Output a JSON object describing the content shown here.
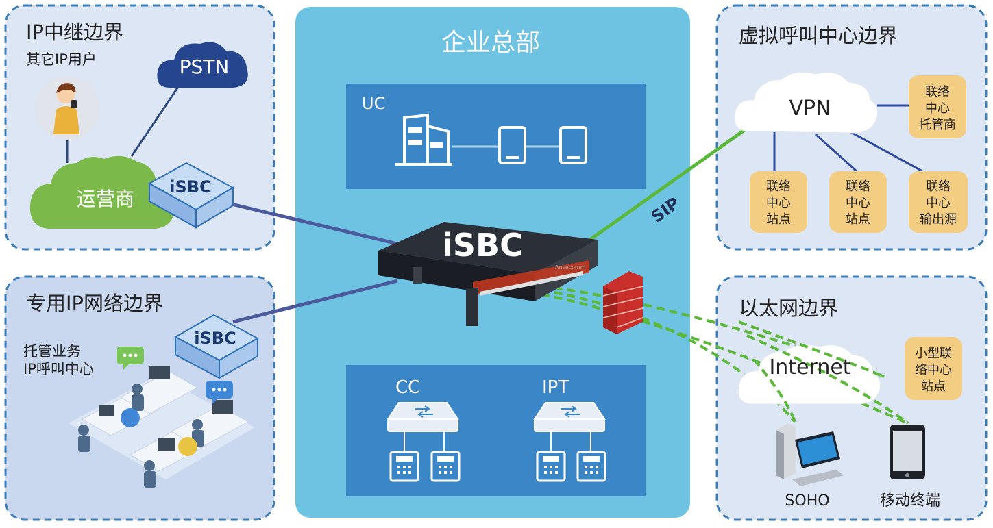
{
  "colors": {
    "panel_bg": "#dde6f4",
    "panel_border": "#3b7db8",
    "hq_bg": "#6ec3e3",
    "box_bg": "#3b86c6",
    "cloud_green": "#7ab94a",
    "cloud_navy": "#25458f",
    "sip_green": "#5cb83a",
    "link_navy": "#4a5a9c",
    "tag_bg": "#f3cd82",
    "firewall": "#c9302c"
  },
  "headquarters": {
    "title": "企业总部",
    "uc_label": "UC",
    "cc_label": "CC",
    "ipt_label": "IPT",
    "isbc_label": "iSBC",
    "device_brand": "Ansecomm"
  },
  "sip_label": "SIP",
  "ip_trunk": {
    "title": "IP中继边界",
    "subtitle": "其它IP用户",
    "pstn": "PSTN",
    "carrier": "运营商",
    "isbc": "iSBC"
  },
  "private_ip": {
    "title": "专用IP网络边界",
    "desc_line1": "托管业务",
    "desc_line2": "IP呼叫中心",
    "isbc": "iSBC"
  },
  "virtual_cc": {
    "title": "虚拟呼叫中心边界",
    "vpn": "VPN",
    "tags": [
      [
        "联络",
        "中心",
        "托管商"
      ],
      [
        "联络",
        "中心",
        "站点"
      ],
      [
        "联络",
        "中心",
        "站点"
      ],
      [
        "联络",
        "中心",
        "输出源"
      ]
    ]
  },
  "ethernet": {
    "title": "以太网边界",
    "internet": "Internet",
    "small_site": [
      "小型联",
      "络中心",
      "站点"
    ],
    "soho": "SOHO",
    "mobile": "移动终端"
  }
}
